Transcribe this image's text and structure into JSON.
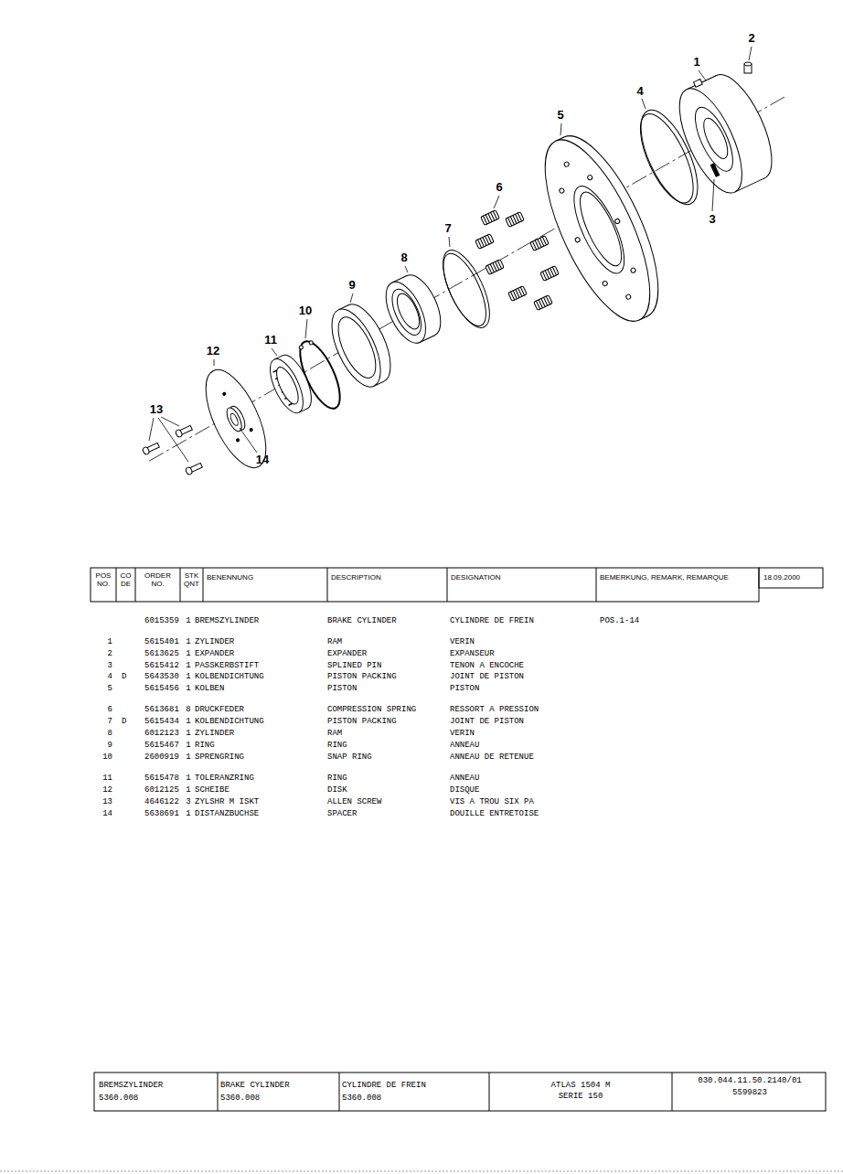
{
  "diagram": {
    "labels": [
      "1",
      "2",
      "3",
      "4",
      "5",
      "6",
      "7",
      "8",
      "9",
      "10",
      "11",
      "12",
      "13",
      "14",
      "POS NO.",
      "CO DE",
      "ORDER NO.",
      "STK QNT",
      "BENENNUNG",
      "DESCRIPTION",
      "DESIGNATION",
      "BEMERKUNG, REMARK, REMARQUE",
      "18.09.2000",
      "6015359",
      "1",
      "BREMSZYLINDER",
      "BRAKE CYLINDER",
      "CYLINDRE DE FREIN",
      "POS.1-14",
      "1",
      "5615401",
      "1",
      "ZYLINDER",
      "RAM",
      "VERIN",
      "2",
      "5613625",
      "1",
      "EXPANDER",
      "EXPANDER",
      "EXPANSEUR",
      "3",
      "5615412",
      "1",
      "PASSKERBSTIFT",
      "SPLINED PIN",
      "TENON A ENCOCHE",
      "4",
      "D",
      "5643530",
      "1",
      "KOLBENDICHTUNG",
      "PISTON PACKING",
      "JOINT DE PISTON",
      "5",
      "5615456",
      "1",
      "KOLBEN",
      "PISTON",
      "PISTON",
      "6",
      "5613681",
      "8",
      "DRUCKFEDER",
      "COMPRESSION SPRING",
      "RESSORT A PRESSION",
      "7",
      "D",
      "5615434",
      "1",
      "KOLBENDICHTUNG",
      "PISTON PACKING",
      "JOINT DE PISTON",
      "8",
      "6012123",
      "1",
      "ZYLINDER",
      "RAM",
      "VERIN",
      "9",
      "5615467",
      "1",
      "RING",
      "RING",
      "ANNEAU",
      "10",
      "2600919",
      "1",
      "SPRENGRING",
      "SNAP RING",
      "ANNEAU DE RETENUE",
      "11",
      "5615478",
      "1",
      "TOLERANZRING",
      "RING",
      "ANNEAU",
      "12",
      "6012125",
      "1",
      "SCHEIBE",
      "DISK",
      "DISQUE",
      "13",
      "4646122",
      "3",
      "ZYLSHR M ISKT",
      "ALLEN SCREW",
      "VIS A TROU SIX PA",
      "14",
      "5638691",
      "1",
      "DISTANZBUCHSE",
      "SPACER",
      "DOUILLE ENTRETOISE",
      "BREMSZYLINDER",
      "5360.008",
      "BRAKE CYLINDER",
      "5360.008",
      "CYLINDRE DE FREIN",
      "5360.008",
      "ATLAS 1504 M",
      "SERIE 150",
      "030.044.11.50.2140/01",
      "5599823"
    ]
  }
}
